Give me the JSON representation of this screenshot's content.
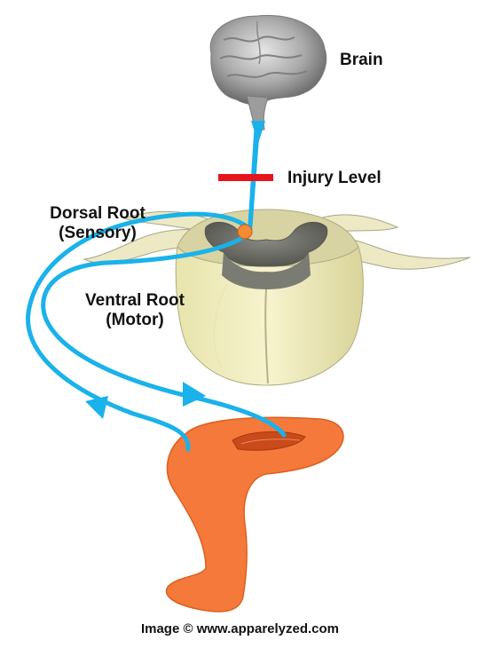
{
  "labels": {
    "brain": "Brain",
    "injury_level": "Injury Level",
    "dorsal_root_line1": "Dorsal Root",
    "dorsal_root_line2": "(Sensory)",
    "ventral_root_line1": "Ventral Root",
    "ventral_root_line2": "(Motor)"
  },
  "credit": "Image © www.apparelyzed.com",
  "colors": {
    "nerve_path": "#1ab2ea",
    "injury_bar": "#e5141d",
    "spinal_cord": "#f4f1c5",
    "grey_matter": "#6f7069",
    "leg": "#f5793b",
    "brain": "#a8a8a8",
    "neuron": "#f38a34"
  },
  "icons": {
    "brain": "brain-icon",
    "spinal_cord": "spinal-cord-icon",
    "leg": "leg-icon"
  }
}
